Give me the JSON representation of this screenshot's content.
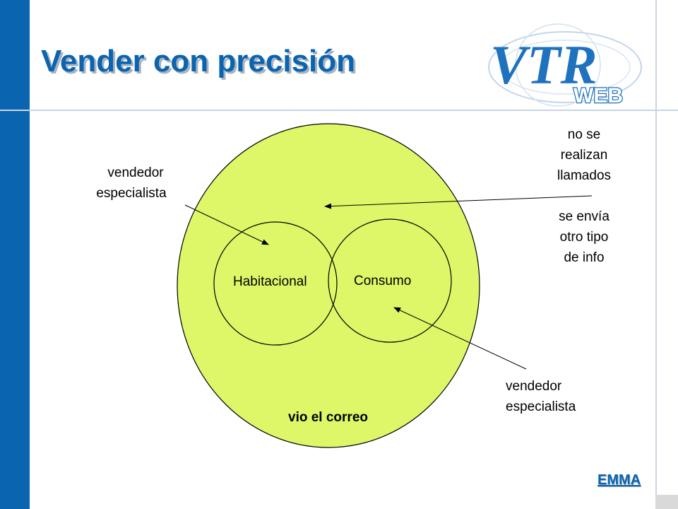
{
  "slide": {
    "title": "Vender con precisión",
    "footer": "EMMA"
  },
  "logo": {
    "text": "VTR",
    "subtext": "WEB"
  },
  "diagram": {
    "outer_label": "vio el correo",
    "circle_left_label": "Habitacional",
    "circle_right_label": "Consumo",
    "annotation_top_left": [
      "vendedor",
      "especialista"
    ],
    "annotation_top_right": [
      "no se",
      "realizan",
      "llamados"
    ],
    "annotation_mid_right": [
      "se envía",
      "otro tipo",
      "de info"
    ],
    "annotation_bottom_right": [
      "vendedor",
      "especialista"
    ]
  },
  "colors": {
    "brand_blue": "#0a64b0",
    "outer_fill": "#ddf768"
  }
}
